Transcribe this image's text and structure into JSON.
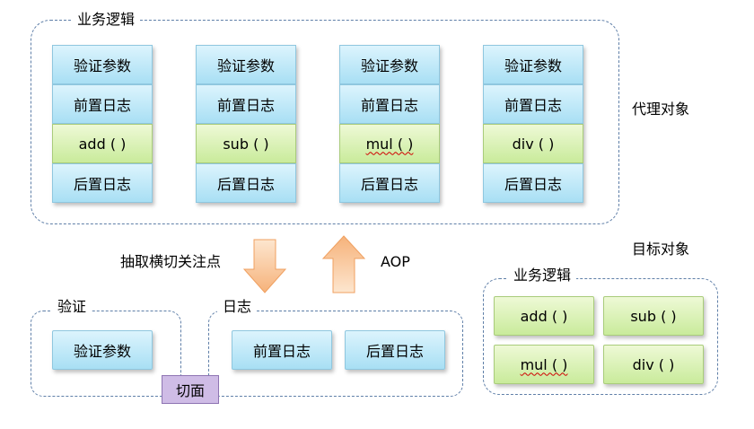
{
  "proxy": {
    "group_label": "业务逻辑",
    "label": "代理对象",
    "columns": [
      {
        "validate": "验证参数",
        "pre_log": "前置日志",
        "method": "add ( )",
        "post_log": "后置日志"
      },
      {
        "validate": "验证参数",
        "pre_log": "前置日志",
        "method": "sub ( )",
        "post_log": "后置日志"
      },
      {
        "validate": "验证参数",
        "pre_log": "前置日志",
        "method": "mul ( )",
        "post_log": "后置日志"
      },
      {
        "validate": "验证参数",
        "pre_log": "前置日志",
        "method": "div ( )",
        "post_log": "后置日志"
      }
    ]
  },
  "extract_label": "抽取横切关注点",
  "aop_label": "AOP",
  "aspects": {
    "validate_group": {
      "label": "验证",
      "item": "验证参数"
    },
    "log_group": {
      "label": "日志",
      "items": [
        "前置日志",
        "后置日志"
      ]
    },
    "aspect_tag": "切面"
  },
  "target": {
    "label": "目标对象",
    "group_label": "业务逻辑",
    "methods": [
      "add ( )",
      "sub ( )",
      "mul ( )",
      "div ( )"
    ]
  },
  "colors": {
    "proxy_box": "#bfe9f8",
    "method_box": "#d8f2b5",
    "arrow": "#f8c898",
    "aspect_tag": "#cfbce6",
    "border": "#5f7fa8"
  }
}
